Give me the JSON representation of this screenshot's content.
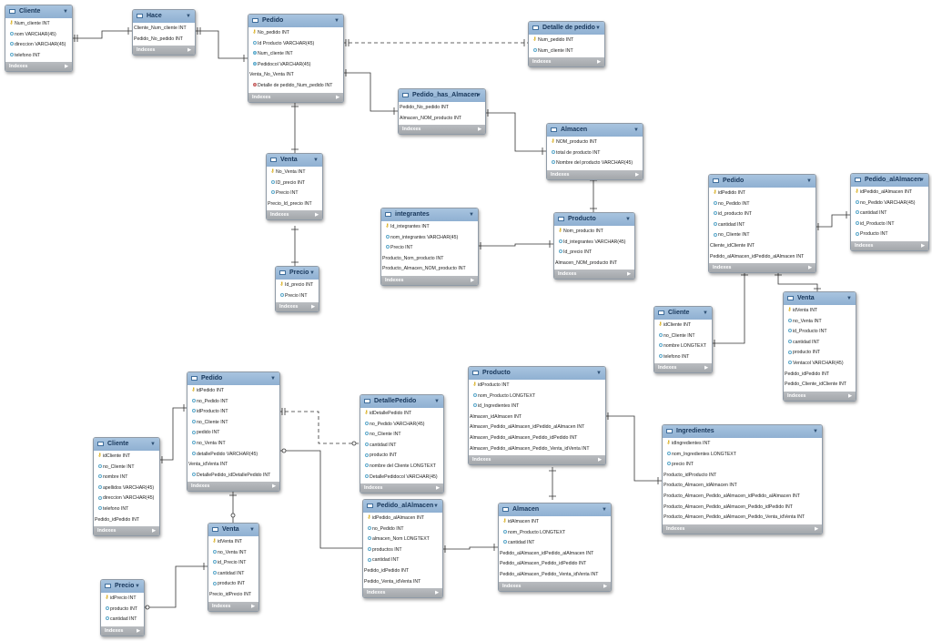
{
  "tables": [
    {
      "id": "t1",
      "title": "Cliente",
      "indexes": "Indexes",
      "cols": [
        {
          "t": "Num_cliente INT",
          "k": "key"
        },
        {
          "t": "nom VARCHAR(45)",
          "k": "nn"
        },
        {
          "t": "direccion VARCHAR(45)",
          "k": "nn"
        },
        {
          "t": "telefono INT",
          "k": "nn"
        }
      ]
    },
    {
      "id": "t2",
      "title": "Hace",
      "indexes": "Indexes",
      "cols": [
        {
          "t": "Cliente_Num_cliente INT",
          "k": "plain"
        },
        {
          "t": "Pedido_No_pedido INT",
          "k": "plain"
        }
      ]
    },
    {
      "id": "t3",
      "title": "Pedido",
      "indexes": "Indexes",
      "cols": [
        {
          "t": "No_pedido INT",
          "k": "key"
        },
        {
          "t": "Id Producto VARCHAR(45)",
          "k": "nn"
        },
        {
          "t": "Num_cliente INT",
          "k": "col"
        },
        {
          "t": "Pedidocol VARCHAR(45)",
          "k": "col"
        },
        {
          "t": "Venta_No_Venta INT",
          "k": "plain"
        },
        {
          "t": "Detalle de pedido_Num_pedido INT",
          "k": "fk"
        }
      ]
    },
    {
      "id": "t4",
      "title": "Detalle de pedido",
      "indexes": "Indexes",
      "cols": [
        {
          "t": "Num_pedido INT",
          "k": "key"
        },
        {
          "t": "Num_cliente INT",
          "k": "nn"
        }
      ]
    },
    {
      "id": "t5",
      "title": "Pedido_has_Almacen",
      "indexes": "Indexes",
      "cols": [
        {
          "t": "Pedido_No_pedido INT",
          "k": "plain"
        },
        {
          "t": "Almacen_NOM_producto INT",
          "k": "plain"
        }
      ]
    },
    {
      "id": "t6",
      "title": "Almacen",
      "indexes": "Indexes",
      "cols": [
        {
          "t": "NOM_producto INT",
          "k": "key"
        },
        {
          "t": "total de producto INT",
          "k": "nn"
        },
        {
          "t": "Nombre del producto VARCHAR(45)",
          "k": "nn"
        }
      ]
    },
    {
      "id": "t7",
      "title": "Venta",
      "indexes": "Indexes",
      "cols": [
        {
          "t": "No_Venta INT",
          "k": "key"
        },
        {
          "t": "ID_precio INT",
          "k": "nn"
        },
        {
          "t": "Precio INT",
          "k": "nn"
        },
        {
          "t": "Precio_Id_precio INT",
          "k": "plain"
        }
      ]
    },
    {
      "id": "t8",
      "title": "Precio",
      "indexes": "Indexes",
      "cols": [
        {
          "t": "Id_precio INT",
          "k": "key"
        },
        {
          "t": "Precio INT",
          "k": "nn"
        }
      ]
    },
    {
      "id": "t9",
      "title": "integrantes",
      "indexes": "Indexes",
      "cols": [
        {
          "t": "Id_integrantes INT",
          "k": "key"
        },
        {
          "t": "nom_integrantes VARCHAR(45)",
          "k": "nn"
        },
        {
          "t": "Precio INT",
          "k": "nn"
        },
        {
          "t": "Producto_Nom_producto INT",
          "k": "plain"
        },
        {
          "t": "Producto_Almacen_NOM_producto INT",
          "k": "plain"
        }
      ]
    },
    {
      "id": "t10",
      "title": "Producto",
      "indexes": "Indexes",
      "cols": [
        {
          "t": "Nom_producto INT",
          "k": "key"
        },
        {
          "t": "Id_integrantes VARCHAR(45)",
          "k": "nn"
        },
        {
          "t": "Id_precio INT",
          "k": "nn"
        },
        {
          "t": "Almacen_NOM_producto INT",
          "k": "plain"
        }
      ]
    },
    {
      "id": "t11",
      "title": "Pedido",
      "indexes": "Indexes",
      "cols": [
        {
          "t": "idPedido INT",
          "k": "key"
        },
        {
          "t": "no_Pedido INT",
          "k": "nn"
        },
        {
          "t": "id_producto INT",
          "k": "nn"
        },
        {
          "t": "cantidad INT",
          "k": "nn"
        },
        {
          "t": "no_Cliente INT",
          "k": "nn"
        },
        {
          "t": "Cliente_idCliente INT",
          "k": "plain"
        },
        {
          "t": "Pedido_alAlmacen_idPedido_alAlmacen INT",
          "k": "plain"
        }
      ]
    },
    {
      "id": "t12",
      "title": "Pedido_alAlmacen",
      "indexes": "Indexes",
      "cols": [
        {
          "t": "idPedido_alAlmacen INT",
          "k": "key"
        },
        {
          "t": "no_Pedido VARCHAR(45)",
          "k": "nn"
        },
        {
          "t": "cantidad INT",
          "k": "nn"
        },
        {
          "t": "id_Producto INT",
          "k": "nn"
        },
        {
          "t": "Producto INT",
          "k": "nn"
        }
      ]
    },
    {
      "id": "t13",
      "title": "Cliente",
      "indexes": "Indexes",
      "cols": [
        {
          "t": "idCliente INT",
          "k": "key"
        },
        {
          "t": "no_Cliente INT",
          "k": "nn"
        },
        {
          "t": "nombre LONGTEXT",
          "k": "nn"
        },
        {
          "t": "telefono INT",
          "k": "nn"
        }
      ]
    },
    {
      "id": "t14",
      "title": "Venta",
      "indexes": "Indexes",
      "cols": [
        {
          "t": "idVenta INT",
          "k": "key"
        },
        {
          "t": "no_Venta INT",
          "k": "nn"
        },
        {
          "t": "id_Producto INT",
          "k": "nn"
        },
        {
          "t": "cantidad INT",
          "k": "nn"
        },
        {
          "t": "producto INT",
          "k": "nn"
        },
        {
          "t": "Ventacol VARCHAR(45)",
          "k": "nn"
        },
        {
          "t": "Pedido_idPedido INT",
          "k": "plain"
        },
        {
          "t": "Pedido_Cliente_idCliente INT",
          "k": "plain"
        }
      ]
    },
    {
      "id": "t15",
      "title": "Pedido",
      "indexes": "Indexes",
      "cols": [
        {
          "t": "idPedido INT",
          "k": "key"
        },
        {
          "t": "no_Pedido INT",
          "k": "nn"
        },
        {
          "t": "idProducto INT",
          "k": "nn"
        },
        {
          "t": "no_Cliente INT",
          "k": "nn"
        },
        {
          "t": "pedido INT",
          "k": "nn"
        },
        {
          "t": "no_Venta INT",
          "k": "nn"
        },
        {
          "t": "detallePedido VARCHAR(45)",
          "k": "nn"
        },
        {
          "t": "Venta_idVenta INT",
          "k": "plain"
        },
        {
          "t": "DetallePedido_idDetallePedido INT",
          "k": "nn"
        }
      ]
    },
    {
      "id": "t16",
      "title": "DetallePedido",
      "indexes": "Indexes",
      "cols": [
        {
          "t": "idDetallePedido INT",
          "k": "key"
        },
        {
          "t": "no_Pedido VARCHAR(45)",
          "k": "nn"
        },
        {
          "t": "no_Cliente INT",
          "k": "nn"
        },
        {
          "t": "cantidad INT",
          "k": "nn"
        },
        {
          "t": "producto INT",
          "k": "nn"
        },
        {
          "t": "nombre del Cliente LONGTEXT",
          "k": "nn"
        },
        {
          "t": "DetallePedidocol VARCHAR(45)",
          "k": "nn"
        }
      ]
    },
    {
      "id": "t17",
      "title": "Producto",
      "indexes": "Indexes",
      "cols": [
        {
          "t": "idProducto INT",
          "k": "key"
        },
        {
          "t": "nom_Producto LONGTEXT",
          "k": "nn"
        },
        {
          "t": "id_Ingredientes INT",
          "k": "nn"
        },
        {
          "t": "Almacen_idAlmacen INT",
          "k": "plain"
        },
        {
          "t": "Almacen_Pedido_alAlmacen_idPedido_alAlmacen INT",
          "k": "plain"
        },
        {
          "t": "Almacen_Pedido_alAlmacen_Pedido_idPedido INT",
          "k": "plain"
        },
        {
          "t": "Almacen_Pedido_alAlmacen_Pedido_Venta_idVenta INT",
          "k": "plain"
        }
      ]
    },
    {
      "id": "t18",
      "title": "Ingredientes",
      "indexes": "Indexes",
      "cols": [
        {
          "t": "idIngredientes INT",
          "k": "key"
        },
        {
          "t": "nom_Ingredientes LONGTEXT",
          "k": "nn"
        },
        {
          "t": "precio INT",
          "k": "nn"
        },
        {
          "t": "Producto_idProducto INT",
          "k": "plain"
        },
        {
          "t": "Producto_Almacen_idAlmacen INT",
          "k": "plain"
        },
        {
          "t": "Producto_Almacen_Pedido_alAlmacen_idPedido_alAlmacen INT",
          "k": "plain"
        },
        {
          "t": "Producto_Almacen_Pedido_alAlmacen_Pedido_idPedido INT",
          "k": "plain"
        },
        {
          "t": "Producto_Almacen_Pedido_alAlmacen_Pedido_Venta_idVenta INT",
          "k": "plain"
        }
      ]
    },
    {
      "id": "t19",
      "title": "Cliente",
      "indexes": "Indexes",
      "cols": [
        {
          "t": "idCliente INT",
          "k": "key"
        },
        {
          "t": "no_Cliente INT",
          "k": "nn"
        },
        {
          "t": "nombre INT",
          "k": "nn"
        },
        {
          "t": "apellidos VARCHAR(45)",
          "k": "nn"
        },
        {
          "t": "direccion VARCHAR(45)",
          "k": "nn"
        },
        {
          "t": "telefono INT",
          "k": "nn"
        },
        {
          "t": "Pedido_idPedido INT",
          "k": "plain"
        }
      ]
    },
    {
      "id": "t20",
      "title": "Pedido_alAlmacen",
      "indexes": "Indexes",
      "cols": [
        {
          "t": "idPedido_alAlmacen INT",
          "k": "key"
        },
        {
          "t": "no_Pedido INT",
          "k": "nn"
        },
        {
          "t": "almacen_Nom LONGTEXT",
          "k": "nn"
        },
        {
          "t": "productos INT",
          "k": "nn"
        },
        {
          "t": "cantidad INT",
          "k": "nn"
        },
        {
          "t": "Pedido_idPedido INT",
          "k": "plain"
        },
        {
          "t": "Pedido_Venta_idVenta INT",
          "k": "plain"
        }
      ]
    },
    {
      "id": "t21",
      "title": "Almacen",
      "indexes": "Indexes",
      "cols": [
        {
          "t": "idAlmacen INT",
          "k": "key"
        },
        {
          "t": "nom_Producto LONGTEXT",
          "k": "nn"
        },
        {
          "t": "cantidad INT",
          "k": "nn"
        },
        {
          "t": "Pedido_alAlmacen_idPedido_alAlmacen INT",
          "k": "plain"
        },
        {
          "t": "Pedido_alAlmacen_Pedido_idPedido INT",
          "k": "plain"
        },
        {
          "t": "Pedido_alAlmacen_Pedido_Venta_idVenta INT",
          "k": "plain"
        }
      ]
    },
    {
      "id": "t22",
      "title": "Venta",
      "indexes": "Indexes",
      "cols": [
        {
          "t": "idVenta INT",
          "k": "key"
        },
        {
          "t": "no_Venta INT",
          "k": "nn"
        },
        {
          "t": "id_Precio INT",
          "k": "nn"
        },
        {
          "t": "cantidad INT",
          "k": "nn"
        },
        {
          "t": "producto INT",
          "k": "nn"
        },
        {
          "t": "Precio_idPrecio INT",
          "k": "plain"
        }
      ]
    },
    {
      "id": "t23",
      "title": "Precio",
      "indexes": "Indexes",
      "cols": [
        {
          "t": "idPrecio INT",
          "k": "key"
        },
        {
          "t": "producto INT",
          "k": "nn"
        },
        {
          "t": "cantidad INT",
          "k": "nn"
        }
      ]
    }
  ]
}
